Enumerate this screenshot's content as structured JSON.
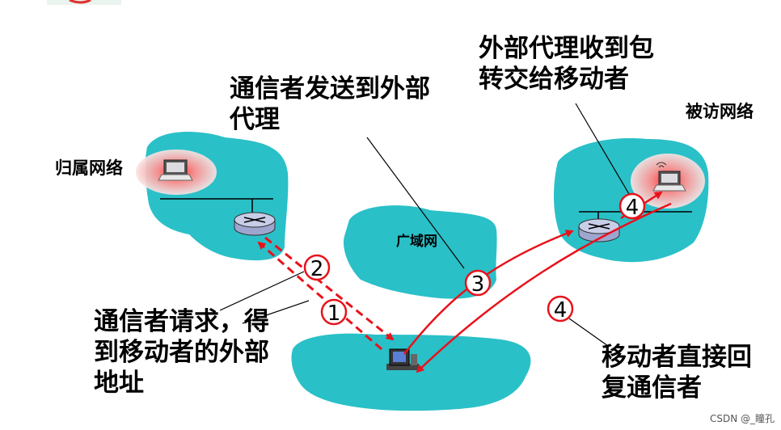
{
  "labels": {
    "home_network": "归属网络",
    "visited_network": "被访网络",
    "wide_area_network": "广域网",
    "correspondent_sends": [
      "通信者发送到外部",
      "代理"
    ],
    "foreign_agent_receives": [
      "外部代理收到包",
      "转交给移动者"
    ],
    "correspondent_requests": [
      "通信者请求，得",
      "到移动者的外部",
      "地址"
    ],
    "mobile_replies": [
      "移动者直接回",
      "复通信者"
    ]
  },
  "steps": {
    "one": "1",
    "two": "2",
    "three": "3",
    "four_visited": "4",
    "four_reply": "4"
  },
  "watermark": "CSDN @_瞳孔",
  "colors": {
    "cloud": "#2ac0c8",
    "arrow": "#e8121b",
    "router": "#c8cde8",
    "halo": "#f08080"
  },
  "icons": [
    "laptop-icon",
    "router-icon",
    "desktop-computer-icon",
    "wireless-laptop-icon"
  ]
}
